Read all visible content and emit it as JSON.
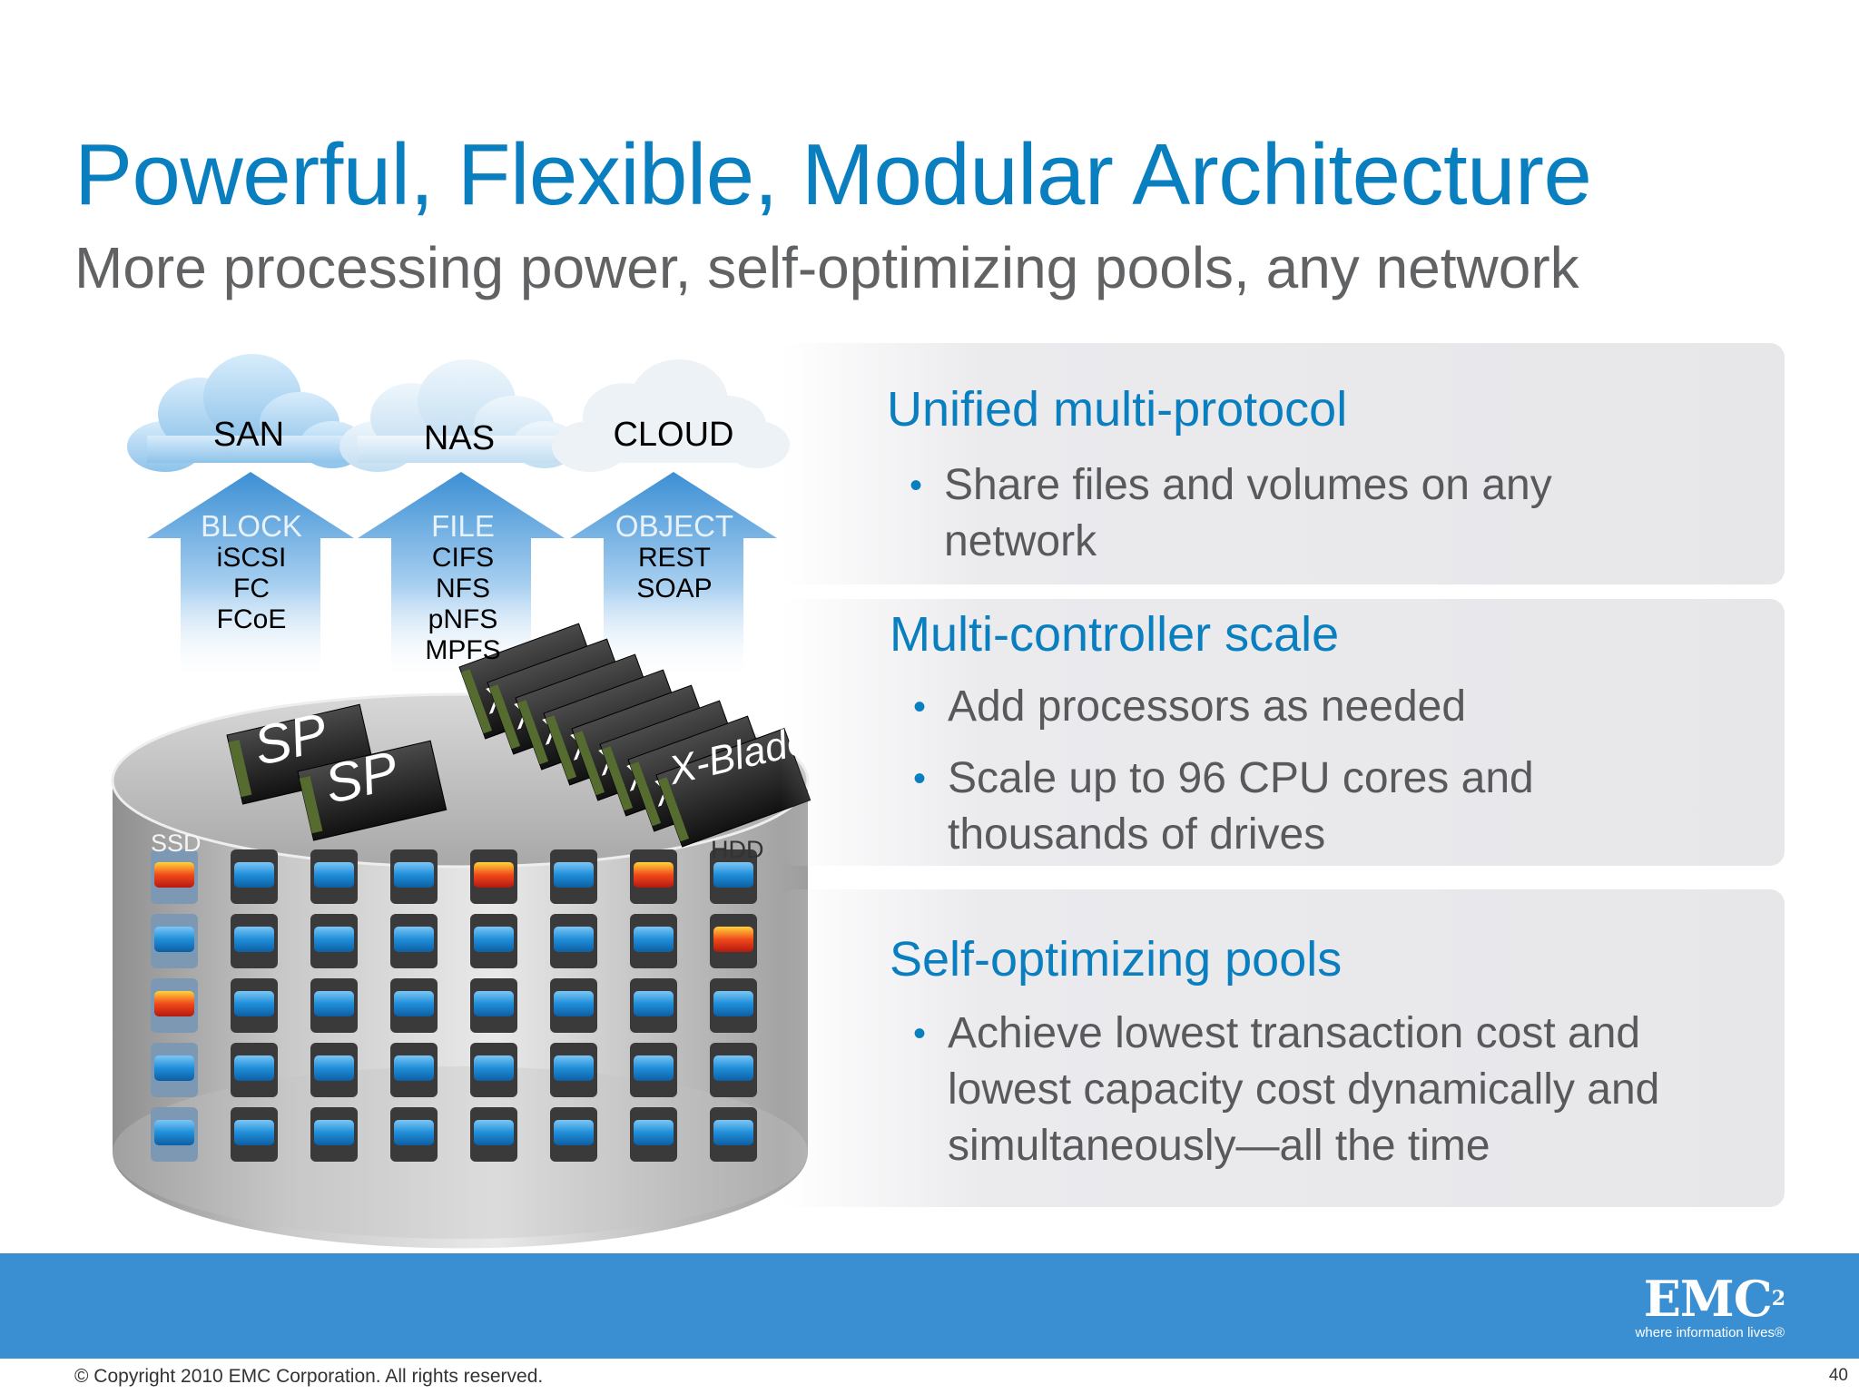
{
  "slide": {
    "title": "Powerful, Flexible, Modular Architecture",
    "subtitle": "More processing power, self-optimizing pools, any network"
  },
  "diagram": {
    "clouds": [
      {
        "label": "SAN",
        "arrow_title": "BLOCK",
        "protocols": [
          "iSCSI",
          "FC",
          "FCoE"
        ]
      },
      {
        "label": "NAS",
        "arrow_title": "FILE",
        "protocols": [
          "CIFS",
          "NFS",
          "pNFS",
          "MPFS"
        ]
      },
      {
        "label": "CLOUD",
        "arrow_title": "OBJECT",
        "protocols": [
          "REST",
          "SOAP"
        ]
      }
    ],
    "sp_labels": [
      "SP",
      "SP"
    ],
    "xblade_label": "X-Blade",
    "xblade_letter": "X",
    "ssd_label": "SSD",
    "hdd_label": "HDD"
  },
  "panels": [
    {
      "heading": "Unified multi-protocol",
      "bullets": [
        "Share files and volumes on any network"
      ]
    },
    {
      "heading": "Multi-controller scale",
      "bullets": [
        "Add processors as needed",
        "Scale up to 96 CPU cores and thousands of drives"
      ]
    },
    {
      "heading": "Self-optimizing pools",
      "bullets": [
        "Achieve lowest transaction cost and lowest capacity cost dynamically and simultaneously—all the time"
      ]
    }
  ],
  "footer": {
    "logo_word": "EMC",
    "logo_sup": "2",
    "logo_tagline": "where information lives®",
    "copyright": "© Copyright 2010 EMC Corporation. All rights reserved.",
    "page_number": "40"
  },
  "colors": {
    "title_blue": "#0a7fc0",
    "footer_blue": "#3a8fd2",
    "ssd_red": "#e0301e",
    "drive_blue": "#1f8ed8"
  }
}
